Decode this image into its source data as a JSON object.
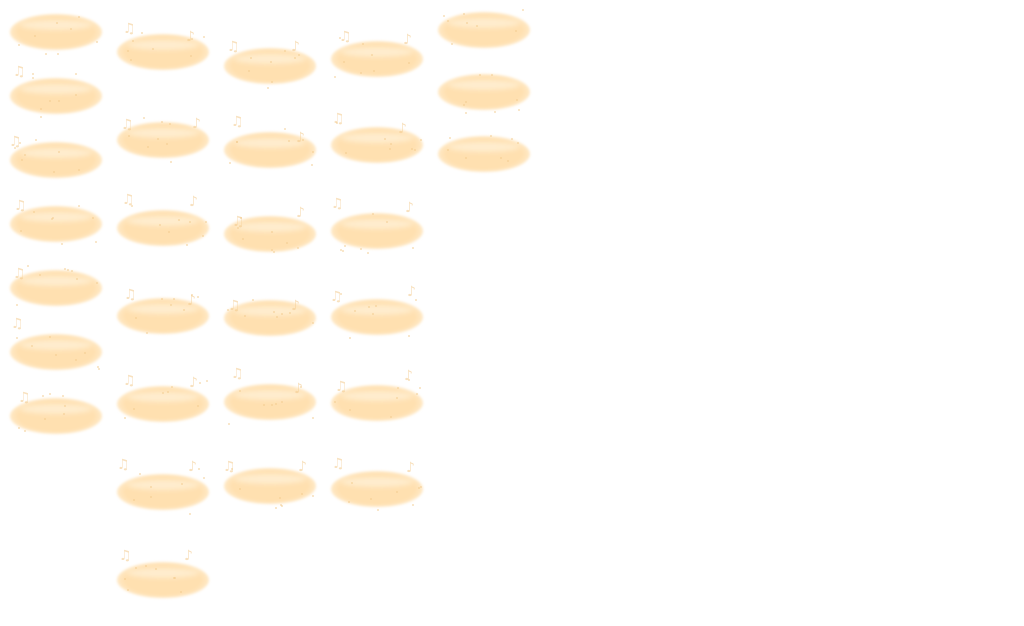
{
  "sprite_sheet": {
    "background_color": "#ffffff",
    "glow_color": "#ffe0b0",
    "glow_edge_color": "#fff1da",
    "note_color": "#f3c98b",
    "sparkle_color": "#f1c98c",
    "columns": [
      {
        "frames": 7
      },
      {
        "frames": 7
      },
      {
        "frames": 6
      },
      {
        "frames": 6
      },
      {
        "frames": 3
      }
    ],
    "icons": {
      "note": "music-note-icon",
      "sparkle": "sparkle-icon"
    }
  }
}
